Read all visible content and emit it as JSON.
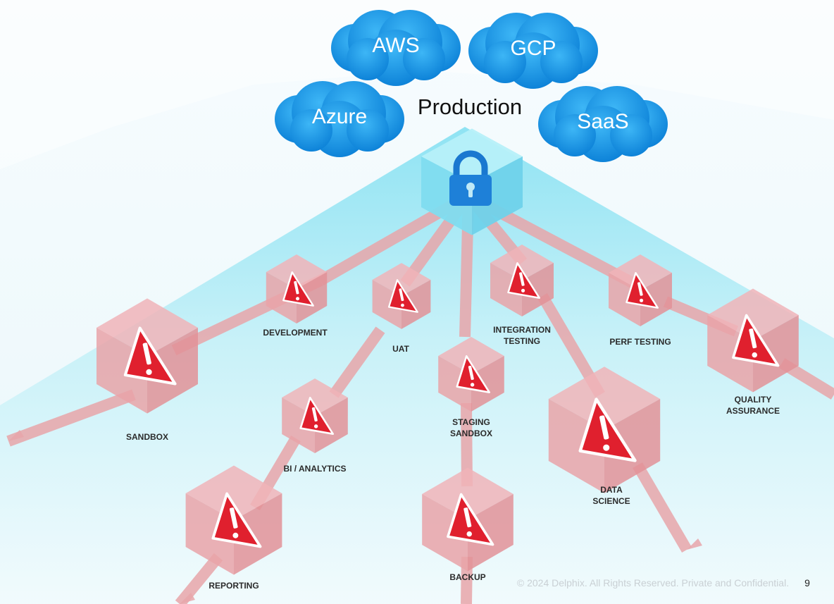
{
  "production": {
    "label": "Production",
    "clouds": [
      {
        "id": "aws",
        "label": "AWS"
      },
      {
        "id": "gcp",
        "label": "GCP"
      },
      {
        "id": "azure",
        "label": "Azure"
      },
      {
        "id": "saas",
        "label": "SaaS"
      }
    ],
    "hub_icon": "lock-icon"
  },
  "environments": [
    {
      "id": "development",
      "lines": [
        "DEVELOPMENT"
      ],
      "icon": "warning-icon"
    },
    {
      "id": "uat",
      "lines": [
        "UAT"
      ],
      "icon": "warning-icon"
    },
    {
      "id": "integration-testing",
      "lines": [
        "INTEGRATION",
        "TESTING"
      ],
      "icon": "warning-icon"
    },
    {
      "id": "perf-testing",
      "lines": [
        "PERF TESTING"
      ],
      "icon": "warning-icon"
    },
    {
      "id": "sandbox",
      "lines": [
        "SANDBOX"
      ],
      "icon": "warning-icon"
    },
    {
      "id": "staging-sandbox",
      "lines": [
        "STAGING",
        "SANDBOX"
      ],
      "icon": "warning-icon"
    },
    {
      "id": "quality-assurance",
      "lines": [
        "QUALITY",
        "ASSURANCE"
      ],
      "icon": "warning-icon"
    },
    {
      "id": "bi-analytics",
      "lines": [
        "BI / ANALYTICS"
      ],
      "icon": "warning-icon"
    },
    {
      "id": "data-science",
      "lines": [
        "DATA",
        "SCIENCE"
      ],
      "icon": "warning-icon"
    },
    {
      "id": "reporting",
      "lines": [
        "REPORTING"
      ],
      "icon": "warning-icon"
    },
    {
      "id": "backup",
      "lines": [
        "BACKUP"
      ],
      "icon": "warning-icon"
    }
  ],
  "footer": {
    "copyright": "© 2024 Delphix. All Rights Reserved. Private and Confidential.",
    "page_number": "9"
  },
  "colors": {
    "cloud": "#1797e6",
    "hub": "#8ee3f2",
    "warning_red": "#e0202e",
    "cube_red": "#e89aa0",
    "link_red": "#e8a6aa",
    "plane": "#bdeef7"
  }
}
